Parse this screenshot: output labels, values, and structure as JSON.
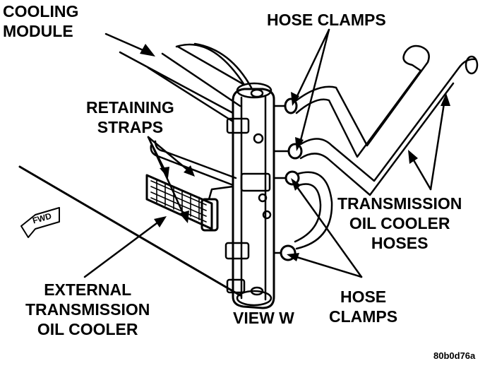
{
  "labels": {
    "cooling_module": [
      "COOLING",
      "MODULE"
    ],
    "hose_clamps_top": "HOSE CLAMPS",
    "retaining_straps": [
      "RETAINING",
      "STRAPS"
    ],
    "transmission_hoses": [
      "TRANSMISSION",
      "OIL COOLER",
      "HOSES"
    ],
    "external_cooler": [
      "EXTERNAL",
      "TRANSMISSION",
      "OIL COOLER"
    ],
    "view": "VIEW W",
    "hose_clamps_bottom": [
      "HOSE",
      "CLAMPS"
    ],
    "fwd": "FWD",
    "figure_id": "80b0d76a"
  }
}
